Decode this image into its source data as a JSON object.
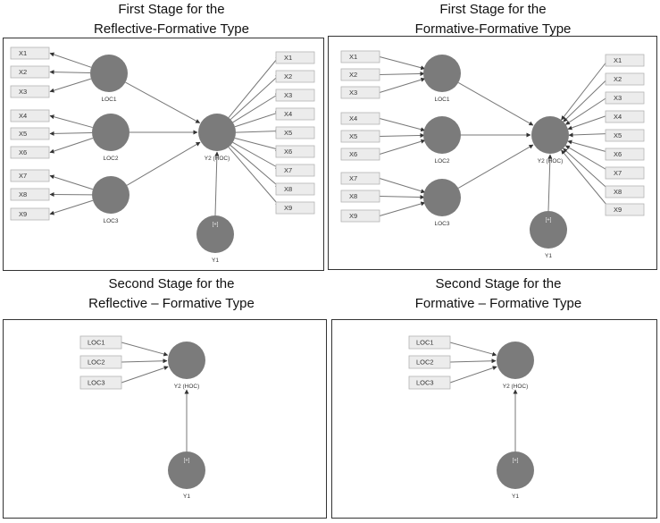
{
  "titles": {
    "first_reflective": [
      "First Stage for the",
      "Reflective-Formative Type"
    ],
    "first_formative": [
      "First Stage for the",
      "Formative-Formative Type"
    ],
    "second_reflective": [
      "Second Stage for the",
      "Reflective – Formative Type"
    ],
    "second_formative": [
      "Second Stage for the",
      "Formative – Formative Type"
    ]
  },
  "labels": {
    "loc": [
      "LOC1",
      "LOC2",
      "LOC3"
    ],
    "x": [
      "X1",
      "X2",
      "X3",
      "X4",
      "X5",
      "X6",
      "X7",
      "X8",
      "X9"
    ],
    "hoc": "Y2 (HOC)",
    "y1": "Y1",
    "y1_inner": "[+]"
  },
  "colors": {
    "construct": "#7b7b7b",
    "indicator_fill": "#ececec",
    "indicator_stroke": "#b4b4b4",
    "edge": "#777777"
  }
}
